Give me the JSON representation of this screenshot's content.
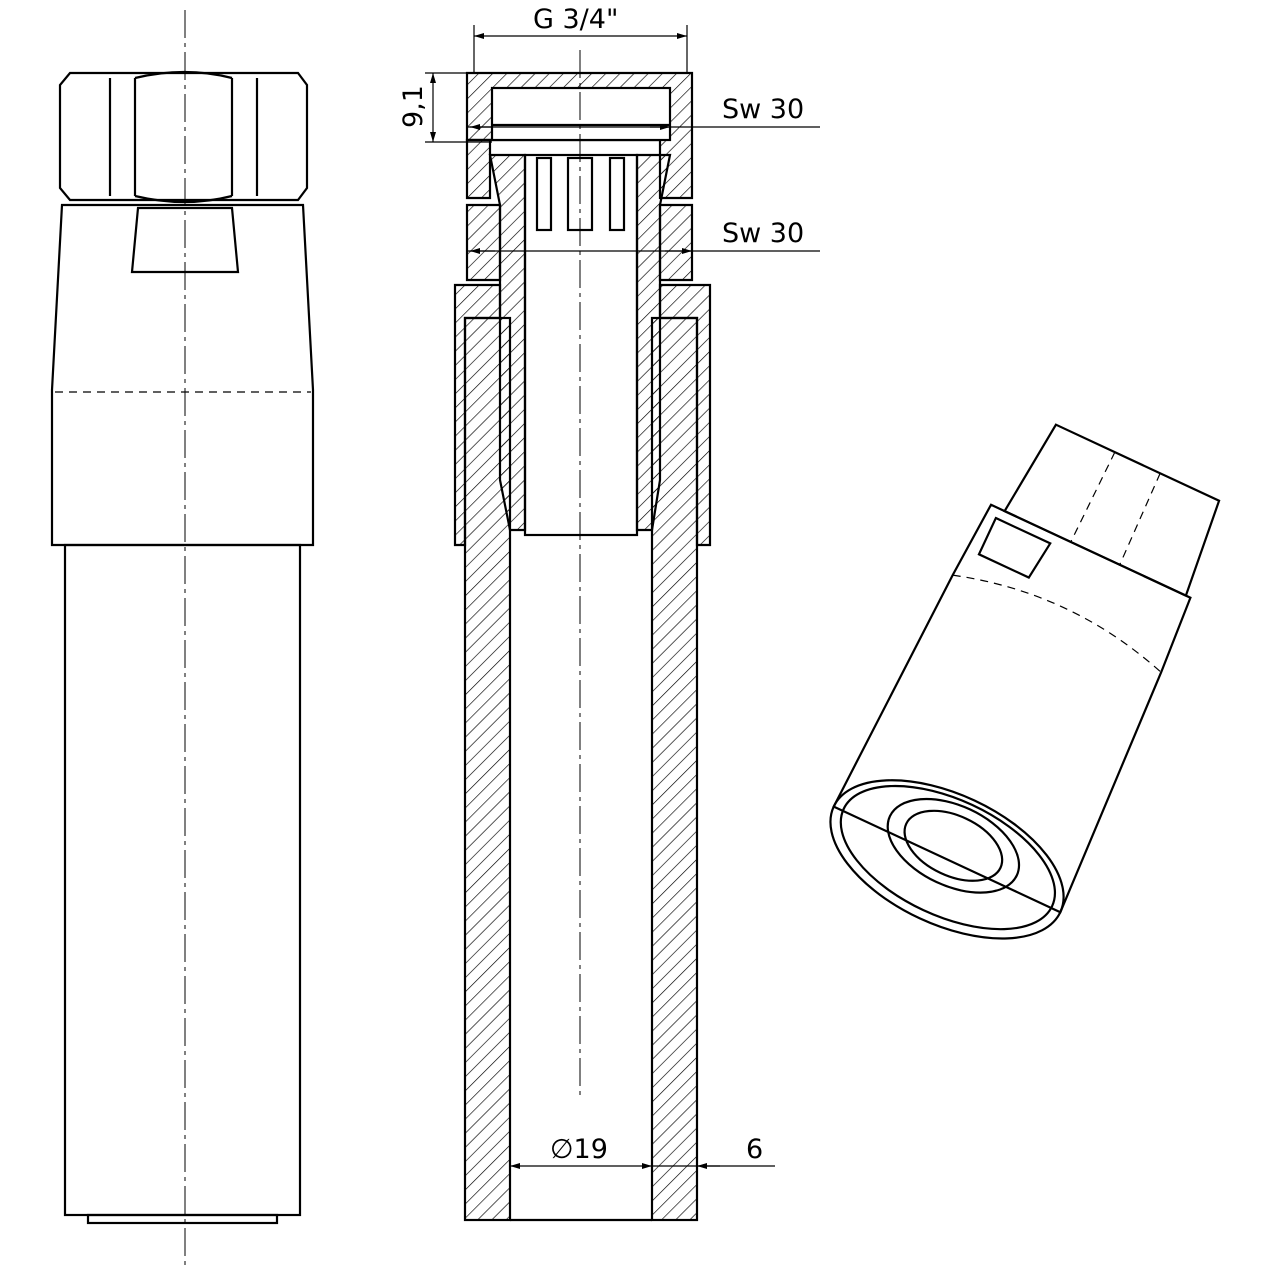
{
  "dimensions": {
    "thread": "G 3/4\"",
    "depth": "9,1",
    "wrench_size_top": "Sw 30",
    "wrench_size_bottom": "Sw 30",
    "inner_diameter": "∅19",
    "wall": "6"
  }
}
